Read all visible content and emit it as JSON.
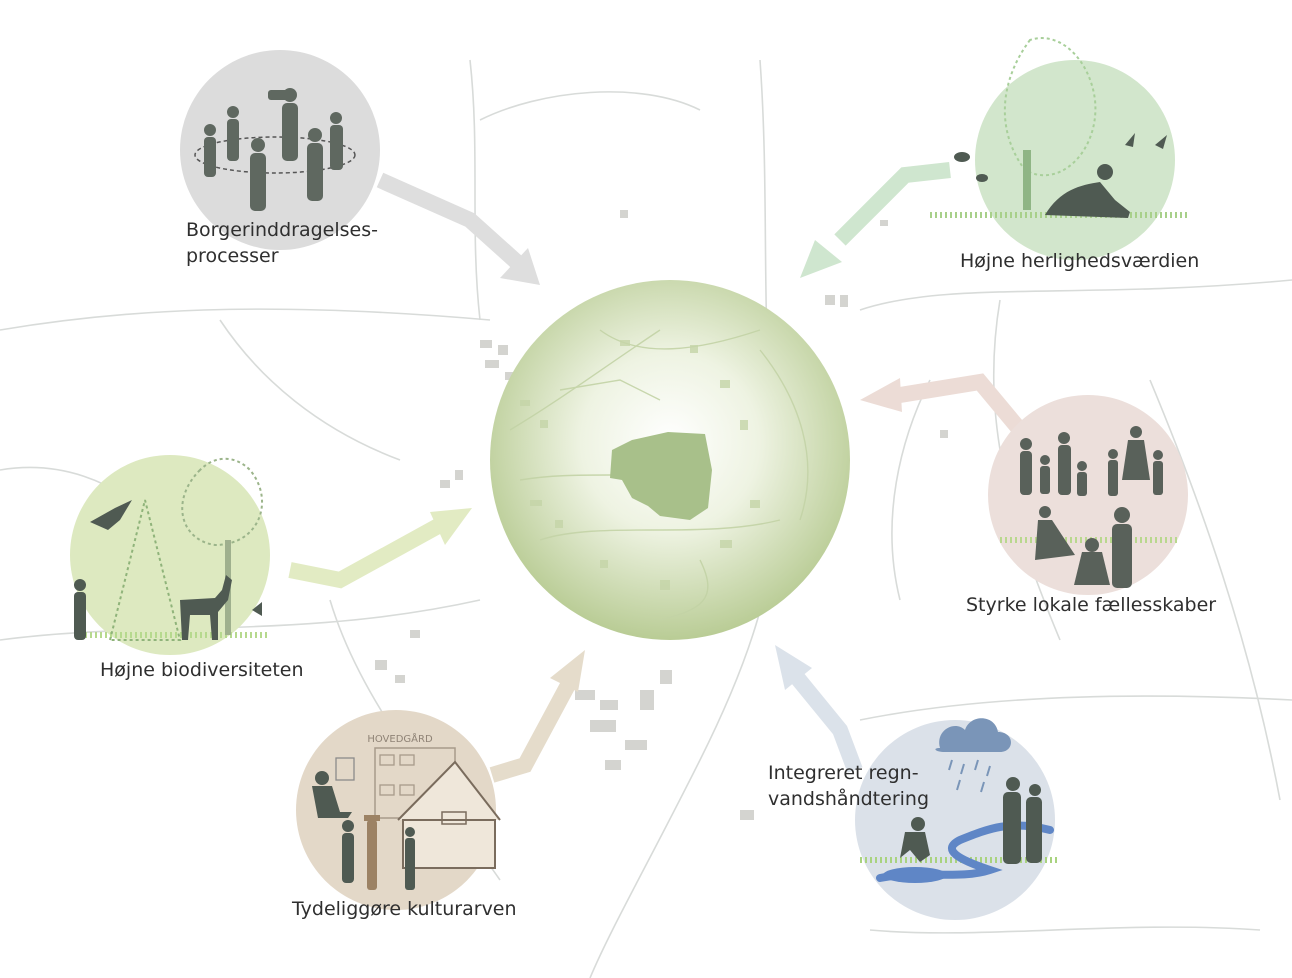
{
  "themes": {
    "citizen": {
      "lines": [
        "Borgerinddragelses-",
        "processer"
      ],
      "icon": "people-circle-icon",
      "color": "#dcdcdc"
    },
    "amenity": {
      "lines": [
        "Højne herlighedsværdien"
      ],
      "icon": "tree-relax-icon",
      "color": "#cfe3c6"
    },
    "community": {
      "lines": [
        "Styrke lokale fællesskaber"
      ],
      "icon": "families-icon",
      "color": "#ecdedb"
    },
    "biodiversity": {
      "lines": [
        "Højne biodiversiteten"
      ],
      "icon": "forest-deer-icon",
      "color": "#dde9c1"
    },
    "heritage": {
      "lines": [
        "Tydeliggøre kulturarven"
      ],
      "icon": "manor-house-icon",
      "color": "#e3d8c8",
      "sign": "HOVEDGÅRD"
    },
    "water": {
      "lines": [
        "Integreret regn-",
        "vandshåndtering"
      ],
      "icon": "rain-cloud-icon",
      "color": "#dbe1e9"
    }
  },
  "center": {
    "icon": "town-map-globe-icon",
    "color": "#c9d9a8"
  }
}
